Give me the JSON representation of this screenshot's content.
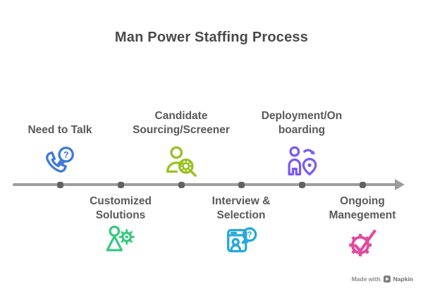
{
  "title": "Man Power Staffing Process",
  "timeline": {
    "line_color": "#9d9d9d",
    "dot_color": "#616161",
    "items": [
      {
        "label": "Need to Talk",
        "icon": "phone-question-icon",
        "color": "#3e79da",
        "position": "above"
      },
      {
        "label": "Customized Solutions",
        "icon": "person-gear-icon",
        "color": "#35c77e",
        "position": "below"
      },
      {
        "label": "Candidate Sourcing/Screener",
        "icon": "person-search-icon",
        "color": "#97c11f",
        "position": "above"
      },
      {
        "label": "Interview & Selection",
        "icon": "clipboard-question-icon",
        "color": "#27a9d8",
        "position": "below"
      },
      {
        "label": "Deployment/On boarding",
        "icon": "person-location-icon",
        "color": "#7a5af5",
        "position": "above"
      },
      {
        "label": "Ongoing Manegement",
        "icon": "gear-check-icon",
        "color": "#e0499c",
        "position": "below"
      }
    ]
  },
  "watermark": {
    "prefix": "Made with",
    "brand": "Napkin"
  }
}
